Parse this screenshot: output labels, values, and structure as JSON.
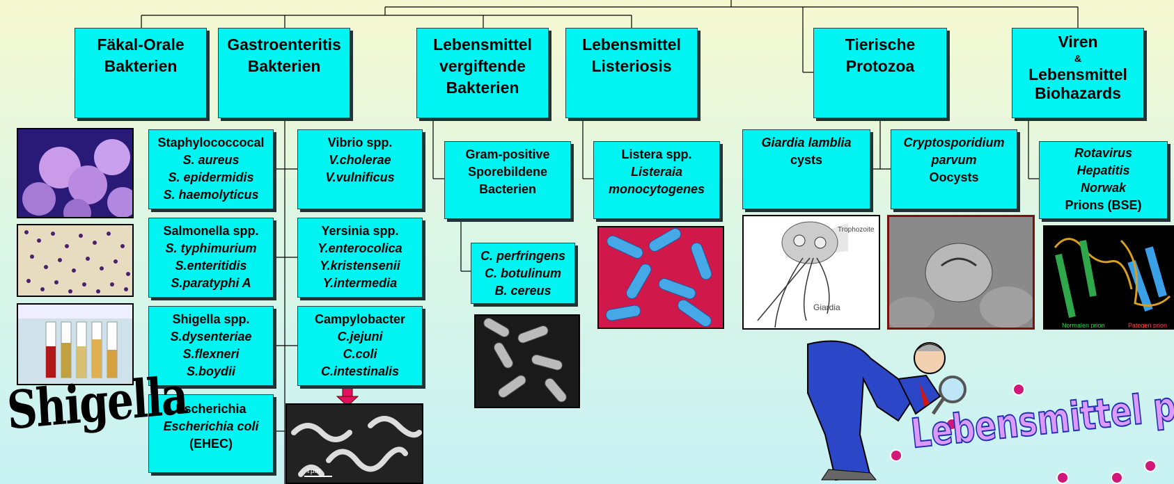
{
  "categories": {
    "faekal": [
      "Fäkal-Orale",
      "Bakterien"
    ],
    "gastro": [
      "Gastroenteritis",
      "Bakterien"
    ],
    "vergiftende": [
      "Lebensmittel",
      "vergiftende",
      "Bakterien"
    ],
    "listeriosis": [
      "Lebensmittel",
      "Listeriosis"
    ],
    "protozoa": [
      "Tierische",
      "Protozoa"
    ],
    "viren": [
      "Viren",
      "&",
      "Lebensmittel",
      "Biohazards"
    ]
  },
  "gastro_groups": {
    "staph": [
      "Staphylococcocal",
      "S. aureus",
      "S. epidermidis",
      "S. haemolyticus"
    ],
    "vibrio": [
      "Vibrio spp.",
      "V.cholerae",
      "V.vulnificus"
    ],
    "salmonella": [
      "Salmonella spp.",
      "S. typhimurium",
      "S.enteritidis",
      "S.paratyphi A"
    ],
    "yersinia": [
      "Yersinia spp.",
      "Y.enterocolica",
      "Y.kristensenii",
      "Y.intermedia"
    ],
    "shigella": [
      "Shigella spp.",
      "S.dysenteriae",
      "S.flexneri",
      "S.boydii"
    ],
    "campylobacter": [
      "Campylobacter",
      "C.jejuni",
      "C.coli",
      "C.intestinalis"
    ],
    "escherichia": [
      "Escherichia",
      "Escherichia coli",
      "(EHEC)"
    ]
  },
  "vergiftende_groups": {
    "gram": [
      "Gram-positive",
      "Sporebildene",
      "Bacterien"
    ],
    "species": [
      "C. perfringens",
      "C. botulinum",
      "B. cereus"
    ]
  },
  "listeriosis_group": [
    "Listera spp.",
    "Listeraia",
    "monocytogenes"
  ],
  "protozoa_groups": {
    "giardia": [
      "Giardia lamblia",
      "cysts"
    ],
    "crypto": [
      "Cryptosporidium",
      "parvum",
      "Oocysts"
    ]
  },
  "viren_group": [
    "Rotavirus",
    "Hepatitis",
    "Norwak",
    "Prions (BSE)"
  ],
  "image_labels": {
    "trophozoite": "Trophozoite",
    "giardia": "Giardia",
    "scale": "1µm",
    "normal_prion": "Normalen prion",
    "pathogen_prion": "Patogen prion"
  },
  "shigella_wordart": "Shigella",
  "banner": "Lebensmittel pathog",
  "colors": {
    "box_fill": "#00f4f2",
    "line": "#000000",
    "arrow": "#e0115f",
    "dot": "#d0187a",
    "banner_fill": "#dd99ff",
    "banner_stroke": "#1d2fb0"
  }
}
